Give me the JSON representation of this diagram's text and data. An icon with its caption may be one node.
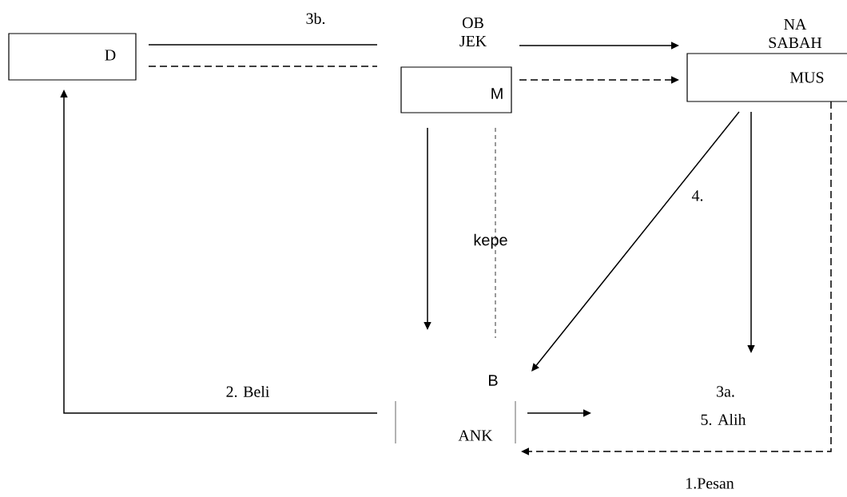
{
  "diagram": {
    "nodes": [
      {
        "text": [
          "D"
        ]
      },
      {
        "text": [
          "OB JEK",
          "M"
        ]
      },
      {
        "text": [
          "NA SABAH",
          "MUS"
        ]
      },
      {
        "text": [
          "B",
          "ANK"
        ]
      }
    ],
    "edges": [
      {
        "from": 0,
        "to": 1,
        "arrow": "none",
        "label": "3b."
      },
      {
        "from": 0,
        "to": 1,
        "arrow": "none",
        "style": "dashed"
      },
      {
        "from": 1,
        "to": 2,
        "arrow": "to"
      },
      {
        "from": 1,
        "to": 2,
        "arrow": "to",
        "style": "dashed"
      },
      {
        "from": 1,
        "to": 3,
        "arrow": "to"
      },
      {
        "from": 1,
        "to": 3,
        "arrow": "none",
        "style": "dashed",
        "label": "kepe"
      },
      {
        "from": 2,
        "to": 3,
        "arrow": "to",
        "label": "4."
      },
      {
        "from": 2,
        "to": null,
        "arrow": "to"
      },
      {
        "from": 2,
        "to": 3,
        "arrow": "to",
        "style": "dashed",
        "label": "1.Pesan"
      },
      {
        "from": 3,
        "to": 0,
        "arrow": "to",
        "label": "2. Beli"
      },
      {
        "from": 3,
        "to": null,
        "arrow": "to"
      }
    ],
    "labels": [
      "3a.",
      "5. Alih"
    ]
  }
}
